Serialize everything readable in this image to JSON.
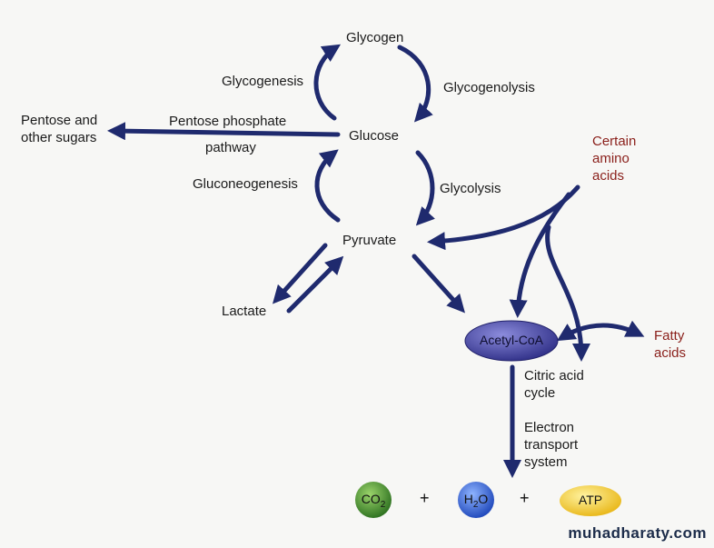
{
  "nodes": {
    "glycogen": "Glycogen",
    "glucose": "Glucose",
    "pyruvate": "Pyruvate",
    "lactate": "Lactate",
    "pentose": "Pentose and\nother sugars",
    "acetyl_coa": "Acetyl-CoA",
    "fatty_acids": "Fatty\nacids",
    "amino_acids": "Certain\namino\nacids"
  },
  "processes": {
    "glycogenesis": "Glycogenesis",
    "glycogenolysis": "Glycogenolysis",
    "pentose_phosphate": "Pentose phosphate",
    "pathway": "pathway",
    "gluconeogenesis": "Gluconeogenesis",
    "glycolysis": "Glycolysis",
    "citric_acid_cycle": "Citric acid\ncycle",
    "electron_transport": "Electron\ntransport\nsystem"
  },
  "products": {
    "co2_main": "CO",
    "co2_sub": "2",
    "h2o_h": "H",
    "h2o_sub": "2",
    "h2o_o": "O",
    "atp": "ATP",
    "plus1": "+",
    "plus2": "+"
  },
  "watermark": "muhadharaty.com",
  "colors": {
    "arrow": "#1f2a6e",
    "red_text": "#8a1f1a",
    "acetyl_fill": "#4a4aa8",
    "co2_fill": "#3f8a2c",
    "h2o_fill": "#2a5fd6",
    "atp_fill": "#f2cf2a"
  }
}
